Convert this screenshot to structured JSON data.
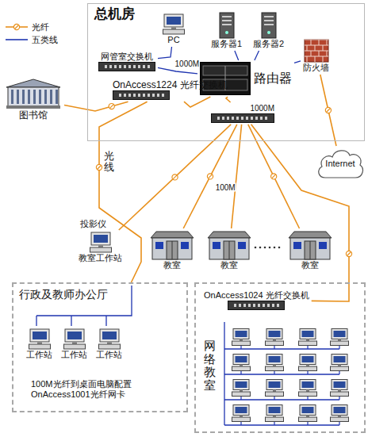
{
  "diagram": {
    "nodes": [
      {
        "text": [
          "总机房"
        ]
      },
      {
        "text": [
          "PC"
        ],
        "in": 0
      },
      {
        "text": [
          "网管室交换机"
        ],
        "in": 0
      },
      {
        "text": [
          "服务器1"
        ],
        "in": 0
      },
      {
        "text": [
          "服务器2"
        ],
        "in": 0
      },
      {
        "text": [
          "防火墙"
        ],
        "in": 0
      },
      {
        "text": [
          "路由器"
        ],
        "in": 0
      },
      {
        "text": [
          "OnAccess1224 光纤交换机"
        ],
        "in": 0
      },
      {
        "text": [
          "1000M"
        ],
        "in": 0
      },
      {
        "text": [
          "图书馆"
        ]
      },
      {
        "text": [
          "Internet"
        ]
      },
      {
        "text": [
          "投影仪"
        ]
      },
      {
        "text": [
          "教室工作站"
        ]
      },
      {
        "text": [
          "教室"
        ]
      },
      {
        "text": [
          "教室"
        ]
      },
      {
        "text": [
          "教室"
        ]
      },
      {
        "text": [
          "行政及教师办公厅",
          "100M光纤到桌面电脑配置 OnAccess1001光纤网卡"
        ]
      },
      {
        "text": [
          "工作站"
        ],
        "in": 16
      },
      {
        "text": [
          "工作站"
        ],
        "in": 16
      },
      {
        "text": [
          "工作站"
        ],
        "in": 16
      },
      {
        "text": [
          "网络教室"
        ]
      },
      {
        "text": [
          "OnAccess1024 光纤交换机"
        ],
        "in": 20
      }
    ],
    "edges": [
      {
        "from": 9,
        "to": 7,
        "arrow": "none"
      },
      {
        "from": 1,
        "to": 2,
        "arrow": "none"
      },
      {
        "from": 2,
        "to": 6,
        "label": "1000M",
        "arrow": "none"
      },
      {
        "from": 3,
        "to": 6,
        "arrow": "none"
      },
      {
        "from": 4,
        "to": 6,
        "arrow": "none"
      },
      {
        "from": 6,
        "to": 5,
        "arrow": "none"
      },
      {
        "from": 5,
        "to": 10,
        "arrow": "none"
      },
      {
        "from": 6,
        "to": 7,
        "arrow": "none"
      },
      {
        "from": 6,
        "to": 8,
        "arrow": "none"
      },
      {
        "from": 7,
        "to": 16,
        "arrow": "none"
      },
      {
        "from": 8,
        "to": 12,
        "arrow": "none"
      },
      {
        "from": 8,
        "to": 13,
        "arrow": "none"
      },
      {
        "from": 8,
        "to": 14,
        "label": "100M",
        "arrow": "none"
      },
      {
        "from": 8,
        "to": 15,
        "arrow": "none"
      },
      {
        "from": 8,
        "to": 21,
        "arrow": "none"
      }
    ],
    "labels": [
      "光线"
    ],
    "legend": [
      {
        "text": "光纤"
      },
      {
        "text": "五类线"
      }
    ]
  }
}
